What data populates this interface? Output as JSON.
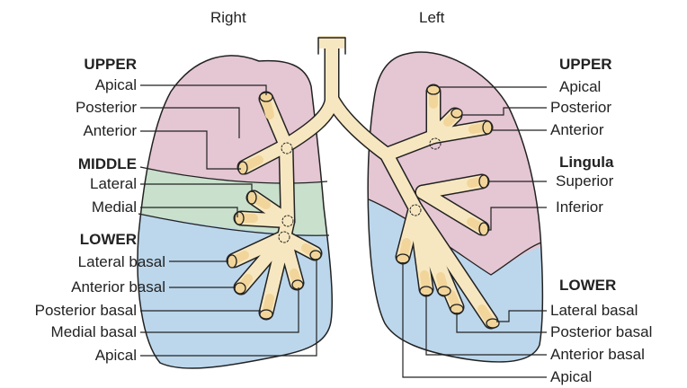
{
  "sides": {
    "right": "Right",
    "left": "Left"
  },
  "right_lung": {
    "upper": {
      "heading": "UPPER",
      "items": [
        "Apical",
        "Posterior",
        "Anterior"
      ]
    },
    "middle": {
      "heading": "MIDDLE",
      "items": [
        "Lateral",
        "Medial"
      ]
    },
    "lower": {
      "heading": "LOWER",
      "items": [
        "Lateral basal",
        "Anterior basal",
        "Posterior basal",
        "Medial basal",
        "Apical"
      ]
    }
  },
  "left_lung": {
    "upper": {
      "heading": "UPPER",
      "items": [
        "Apical",
        "Posterior",
        "Anterior"
      ]
    },
    "lingula": {
      "heading": "Lingula",
      "items": [
        "Superior",
        "Inferior"
      ]
    },
    "lower": {
      "heading": "LOWER",
      "items": [
        "Lateral basal",
        "Posterior basal",
        "Anterior basal",
        "Apical"
      ]
    }
  },
  "colors": {
    "upper_lobe": "#e5c6d3",
    "middle_lobe": "#c8e0cc",
    "lower_lobe": "#bcd7ec",
    "airway": "#f7e7c0",
    "segment_bronchus": "#f2d59a",
    "outline": "#222222"
  }
}
